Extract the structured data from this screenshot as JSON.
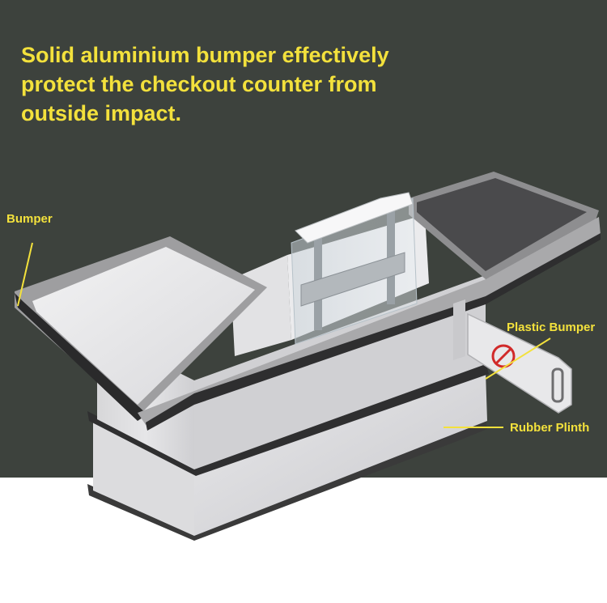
{
  "headline": {
    "line1": "Solid aluminium bumper effectively",
    "line2": "protect the checkout counter from",
    "line3": "outside impact."
  },
  "callouts": {
    "bumper": "Bumper",
    "plastic_bumper": "Plastic Bumper",
    "rubber_plinth": "Rubber Plinth"
  },
  "colors": {
    "background_dark": "#3d423d",
    "headline_text": "#f3e13c",
    "callout_text_dark": "#1e3b60",
    "leader_lines": "#f3e13c"
  }
}
